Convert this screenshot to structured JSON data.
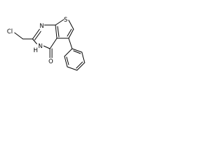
{
  "molecule": {
    "atoms": {
      "chlorine": "Cl",
      "nitrogen_ring_top": "N",
      "sulfur": "S",
      "nitrogen_nh": "N",
      "hydrogen_nh": "H",
      "oxygen": "O"
    }
  }
}
